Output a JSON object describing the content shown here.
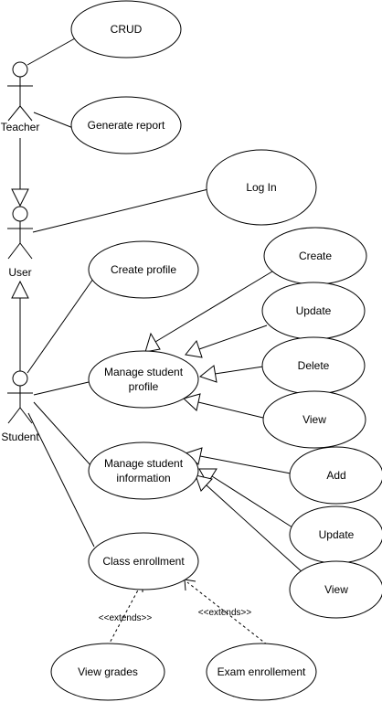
{
  "actors": {
    "teacher": "Teacher",
    "user": "User",
    "student": "Student"
  },
  "use_cases": {
    "crud": "CRUD",
    "generate_report": "Generate report",
    "log_in": "Log In",
    "create_profile": "Create profile",
    "manage_profile": [
      "Manage student",
      "profile"
    ],
    "manage_information": [
      "Manage student",
      "information"
    ],
    "class_enrollment": "Class enrollment",
    "profile_create": "Create",
    "profile_update": "Update",
    "profile_delete": "Delete",
    "profile_view": "View",
    "info_add": "Add",
    "info_update": "Update",
    "info_view": "View",
    "view_grades": "View grades",
    "exam_enrollment": "Exam enrollement"
  },
  "stereotypes": {
    "extends_left": "<<extends>>",
    "extends_right": "<<extends>>"
  }
}
